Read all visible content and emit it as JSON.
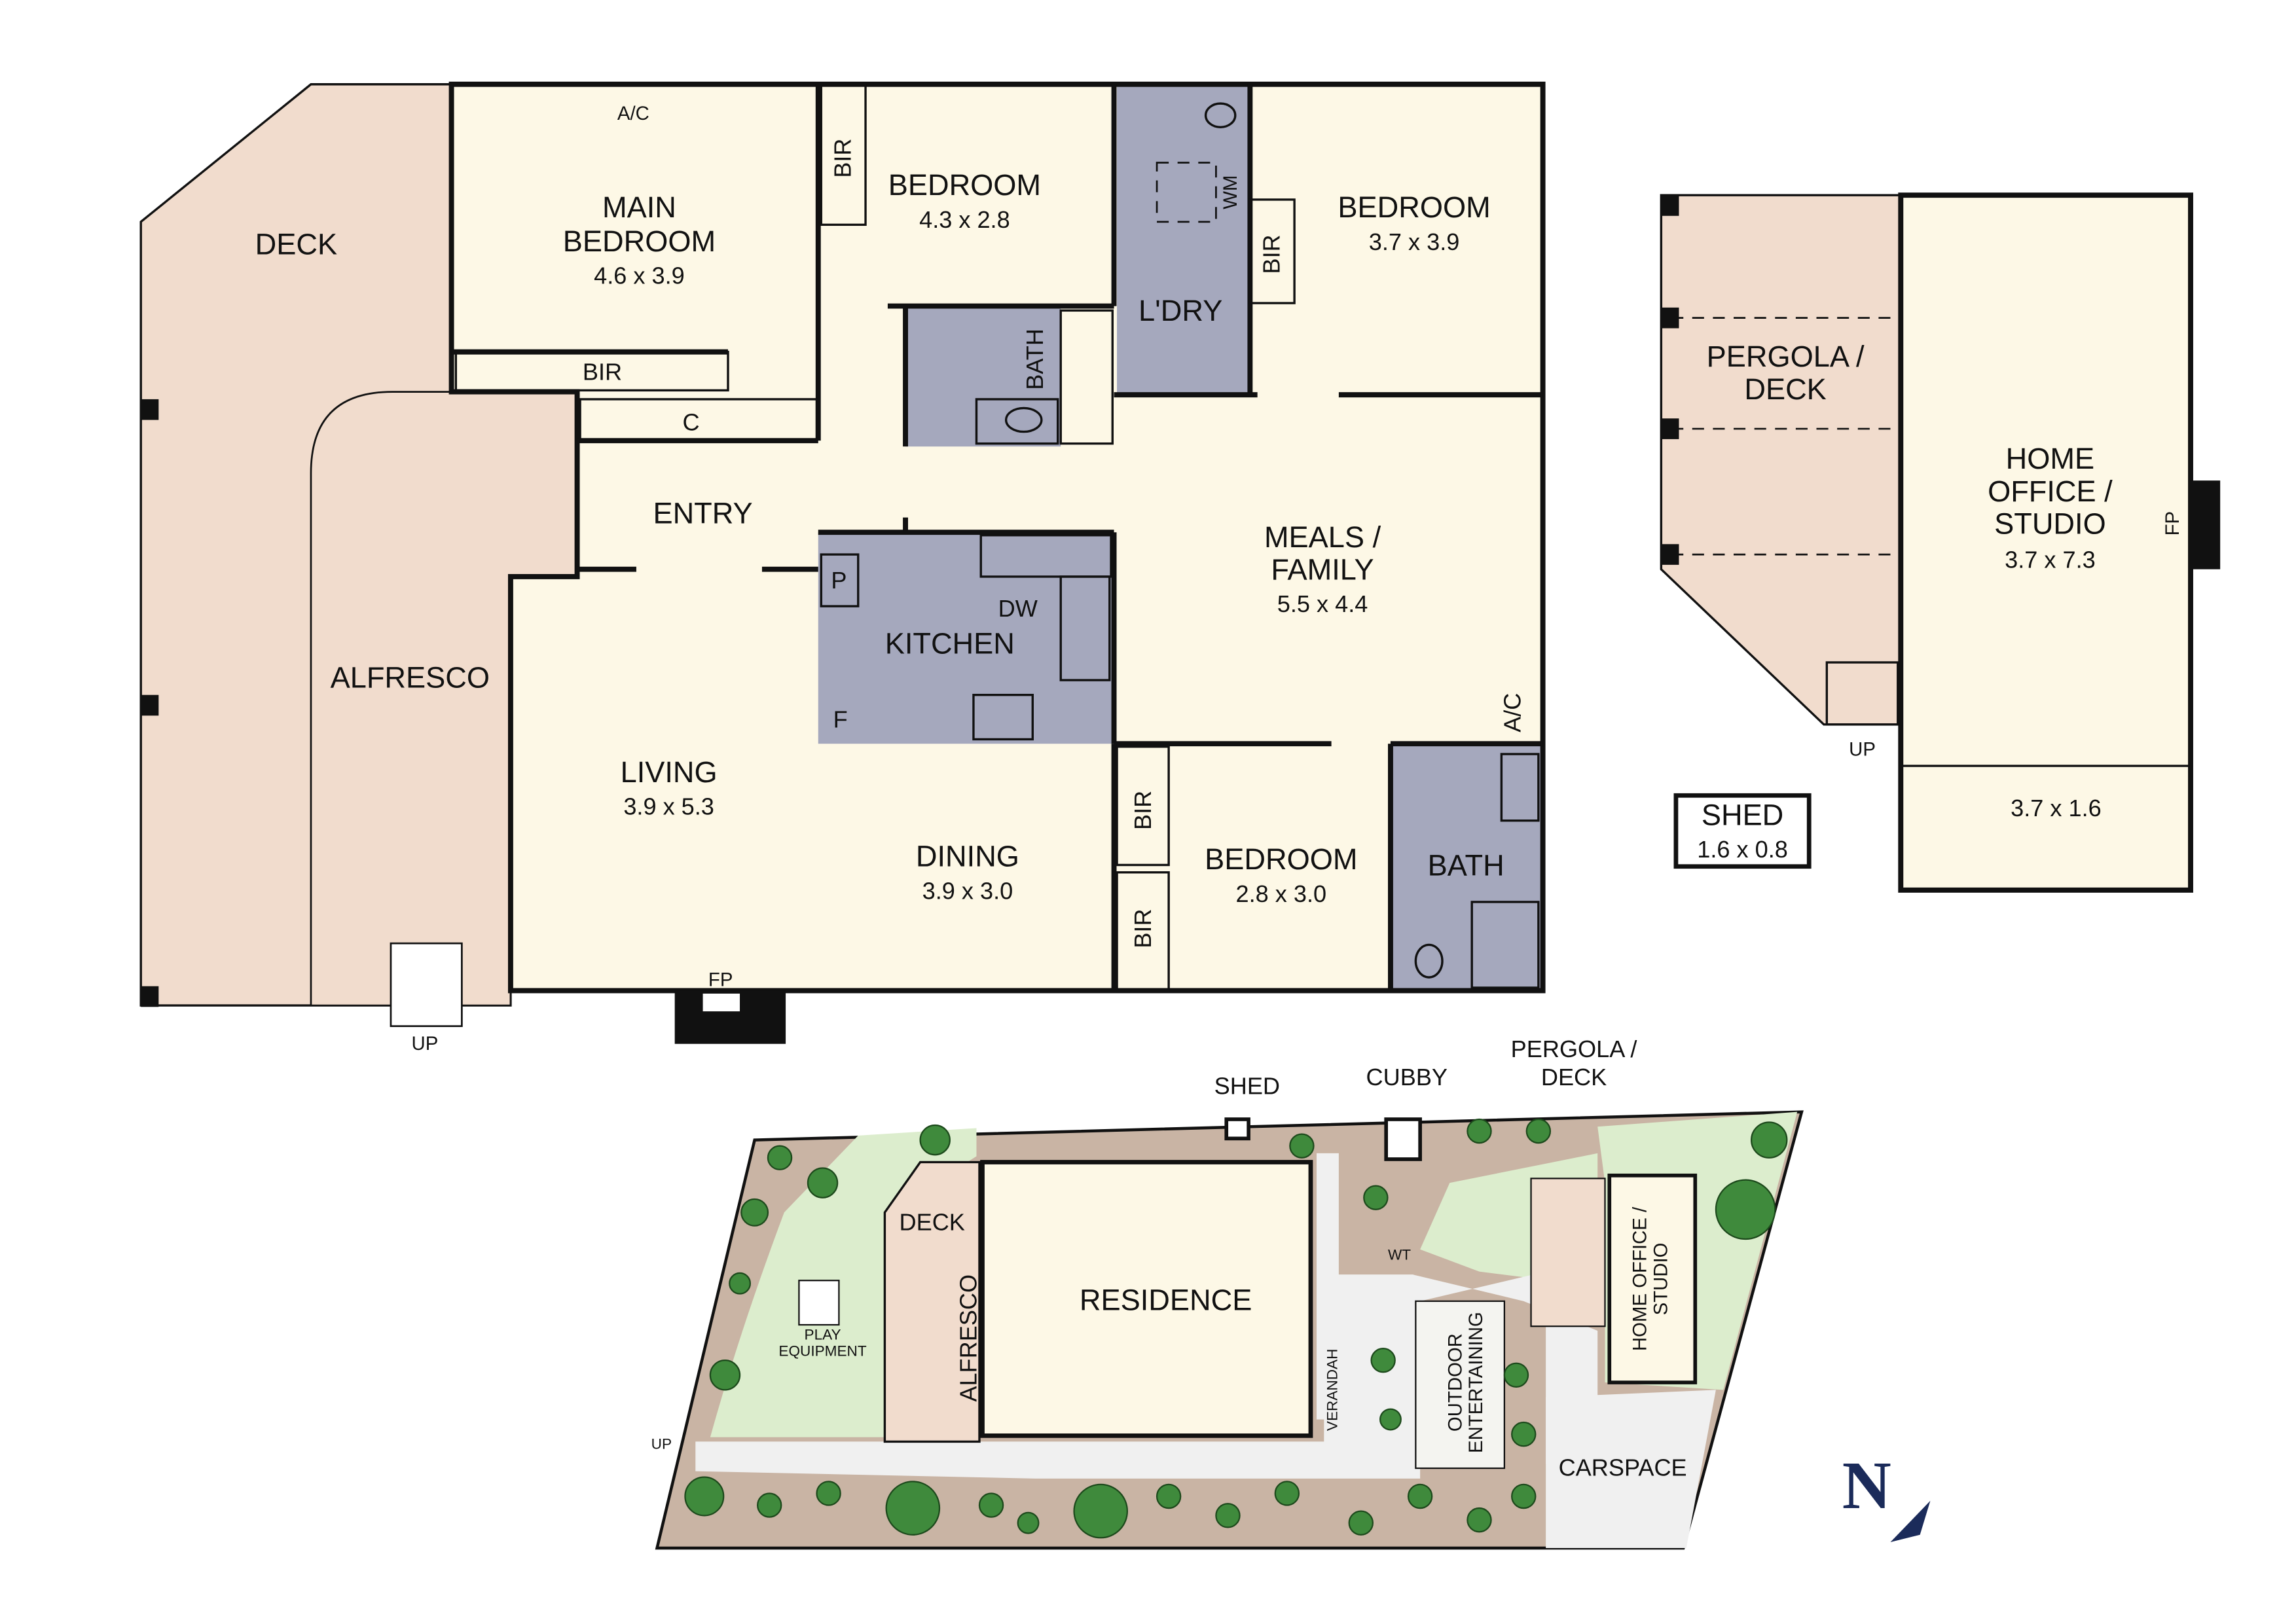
{
  "colors": {
    "interior": "#fdf8e6",
    "deck": "#f1dccd",
    "wet_area": "#a5a8bd",
    "garden": "#dcedcd",
    "garden_bed": "#c9b4a4",
    "path": "#f0f0f0",
    "tree": "#3f8a3c",
    "walls": "#111111",
    "north_arrow": "#1b2b5a"
  },
  "main_plan": {
    "deck": "DECK",
    "alfresco": "ALFRESCO",
    "up_left": "UP",
    "main_bedroom": {
      "name": "MAIN\nBEDROOM",
      "line1": "MAIN",
      "line2": "BEDROOM",
      "dims": "4.6 x 3.9"
    },
    "ac_top": "A/C",
    "bir_main": "BIR",
    "bir_bed2": "BIR",
    "bedroom_2": {
      "name": "BEDROOM",
      "dims": "4.3 x 2.8"
    },
    "bath_small": "BATH",
    "laundry": "L'DRY",
    "wm": "WM",
    "bir_bed3": "BIR",
    "bedroom_3": {
      "name": "BEDROOM",
      "dims": "3.7 x 3.9"
    },
    "linen": "C",
    "entry": "ENTRY",
    "pantry": "P",
    "dw": "DW",
    "kitchen": "KITCHEN",
    "fridge": "F",
    "meals_family": {
      "line1": "MEALS /",
      "line2": "FAMILY",
      "dims": "5.5 x 4.4"
    },
    "ac_right": "A/C",
    "living": {
      "name": "LIVING",
      "dims": "3.9 x 5.3"
    },
    "dining": {
      "name": "DINING",
      "dims": "3.9 x 3.0"
    },
    "bir_bed4_top": "BIR",
    "bir_bed4_bottom": "BIR",
    "bedroom_4": {
      "name": "BEDROOM",
      "dims": "2.8 x 3.0"
    },
    "bath_main": "BATH",
    "fp": "FP"
  },
  "studio_plan": {
    "pergola": {
      "line1": "PERGOLA /",
      "line2": "DECK"
    },
    "home_office": {
      "line1": "HOME",
      "line2": "OFFICE /",
      "line3": "STUDIO",
      "dims": "3.7 x 7.3"
    },
    "fp": "FP",
    "up": "UP",
    "store_dims": "3.7 x 1.6",
    "shed": {
      "name": "SHED",
      "dims": "1.6 x 0.8"
    }
  },
  "site_plan": {
    "shed": "SHED",
    "cubby": "CUBBY",
    "pergola": {
      "line1": "PERGOLA /",
      "line2": "DECK"
    },
    "deck": "DECK",
    "alfresco": "ALFRESCO",
    "residence": "RESIDENCE",
    "play": {
      "line1": "PLAY",
      "line2": "EQUIPMENT"
    },
    "verandah": "VERANDAH",
    "outdoor": {
      "line1": "OUTDOOR",
      "line2": "ENTERTAINING"
    },
    "home_office": {
      "line1": "HOME OFFICE /",
      "line2": "STUDIO"
    },
    "carspace": "CARSPACE",
    "wt": "WT",
    "up": "UP"
  },
  "north": "N"
}
